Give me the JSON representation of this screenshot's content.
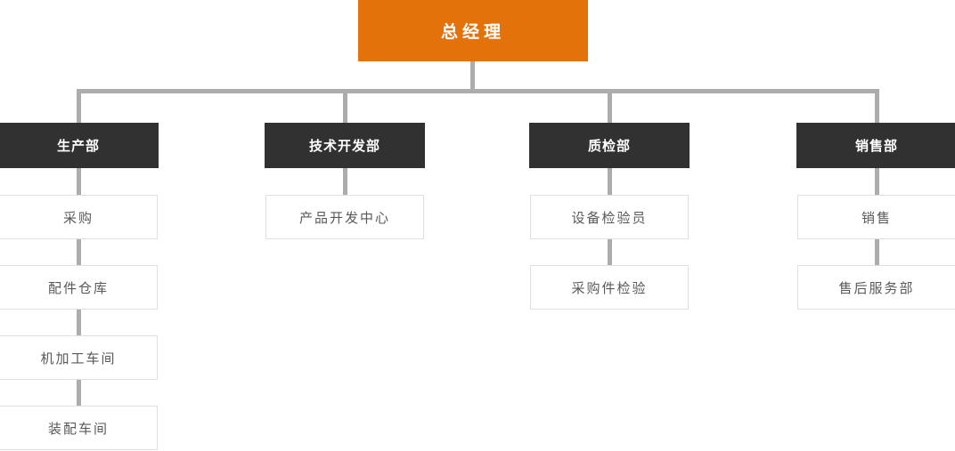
{
  "org": {
    "root": "总经理",
    "departments": [
      {
        "label": "生产部",
        "children": [
          "采购",
          "配件仓库",
          "机加工车间",
          "装配车间"
        ]
      },
      {
        "label": "技术开发部",
        "children": [
          "产品开发中心"
        ]
      },
      {
        "label": "质检部",
        "children": [
          "设备检验员",
          "采购件检验"
        ]
      },
      {
        "label": "销售部",
        "children": [
          "销售",
          "售后服务部"
        ]
      }
    ]
  },
  "colors": {
    "root_bg": "#E4720B",
    "department_bg": "#313131",
    "child_text": "#595959",
    "child_border": "#E0E0E0",
    "connector": "#ACACAC",
    "background": "#FFFFFF"
  }
}
